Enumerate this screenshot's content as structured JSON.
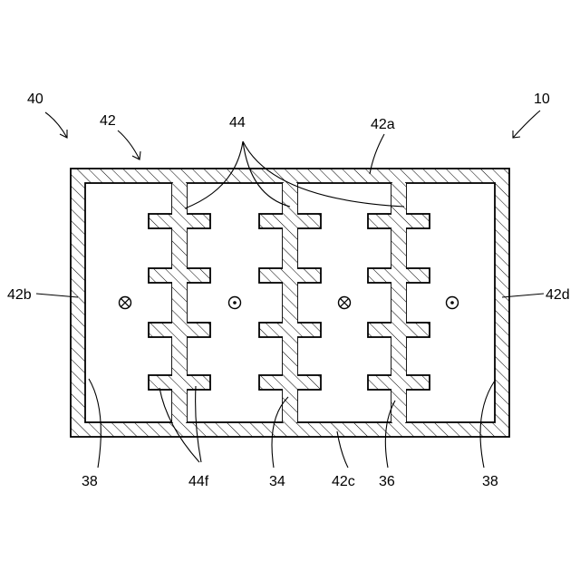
{
  "figure": {
    "labels": {
      "ref_40": "40",
      "ref_42": "42",
      "ref_44": "44",
      "ref_42a": "42a",
      "ref_10": "10",
      "ref_42b": "42b",
      "ref_42d": "42d",
      "ref_38_left": "38",
      "ref_44f": "44f",
      "ref_34": "34",
      "ref_42c": "42c",
      "ref_36": "36",
      "ref_38_right": "38"
    },
    "current_symbols": [
      "⊗",
      "⊙",
      "⊗",
      "⊙"
    ],
    "line_color": "#000000",
    "background": "#ffffff"
  }
}
